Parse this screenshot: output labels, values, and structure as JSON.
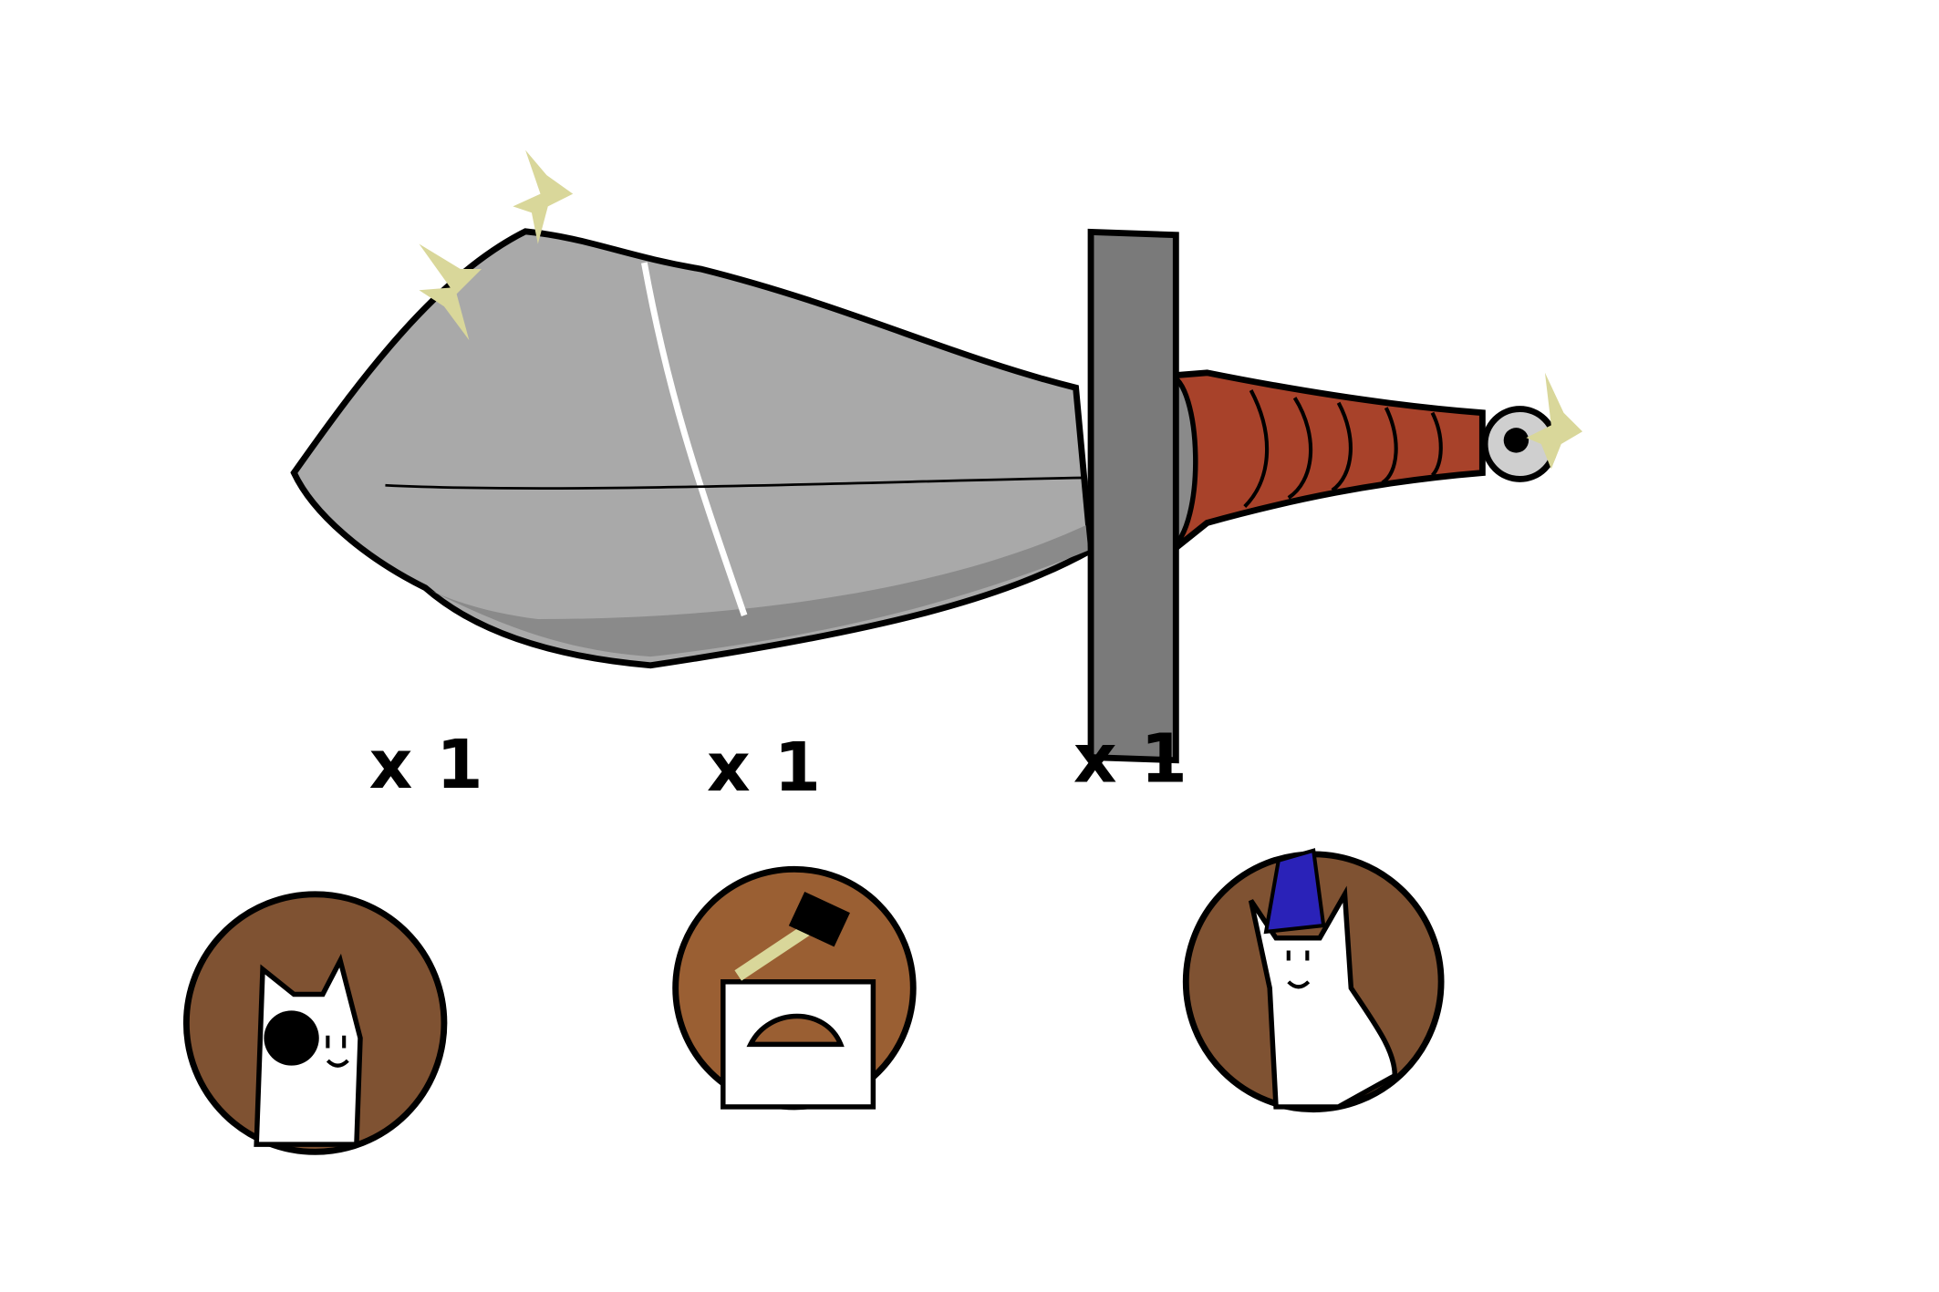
{
  "colors": {
    "blade": "#a9a9a9",
    "blade_shadow": "#8a8a8a",
    "guard": "#7a7a7a",
    "grip": "#a8422a",
    "sparkle": "#d9d79a",
    "portrait_bg": "#7f5232",
    "wizard_hat": "#2a22b8",
    "outline": "#000000"
  },
  "parts": [
    {
      "name": "blade",
      "quantity_label": "x 1",
      "icon": "pirate-cat-eyepatch"
    },
    {
      "name": "middle",
      "quantity_label": "x 1",
      "icon": "blacksmith-anvil-hammer"
    },
    {
      "name": "guard",
      "quantity_label": "x 1",
      "icon": "wizard-cat"
    }
  ]
}
